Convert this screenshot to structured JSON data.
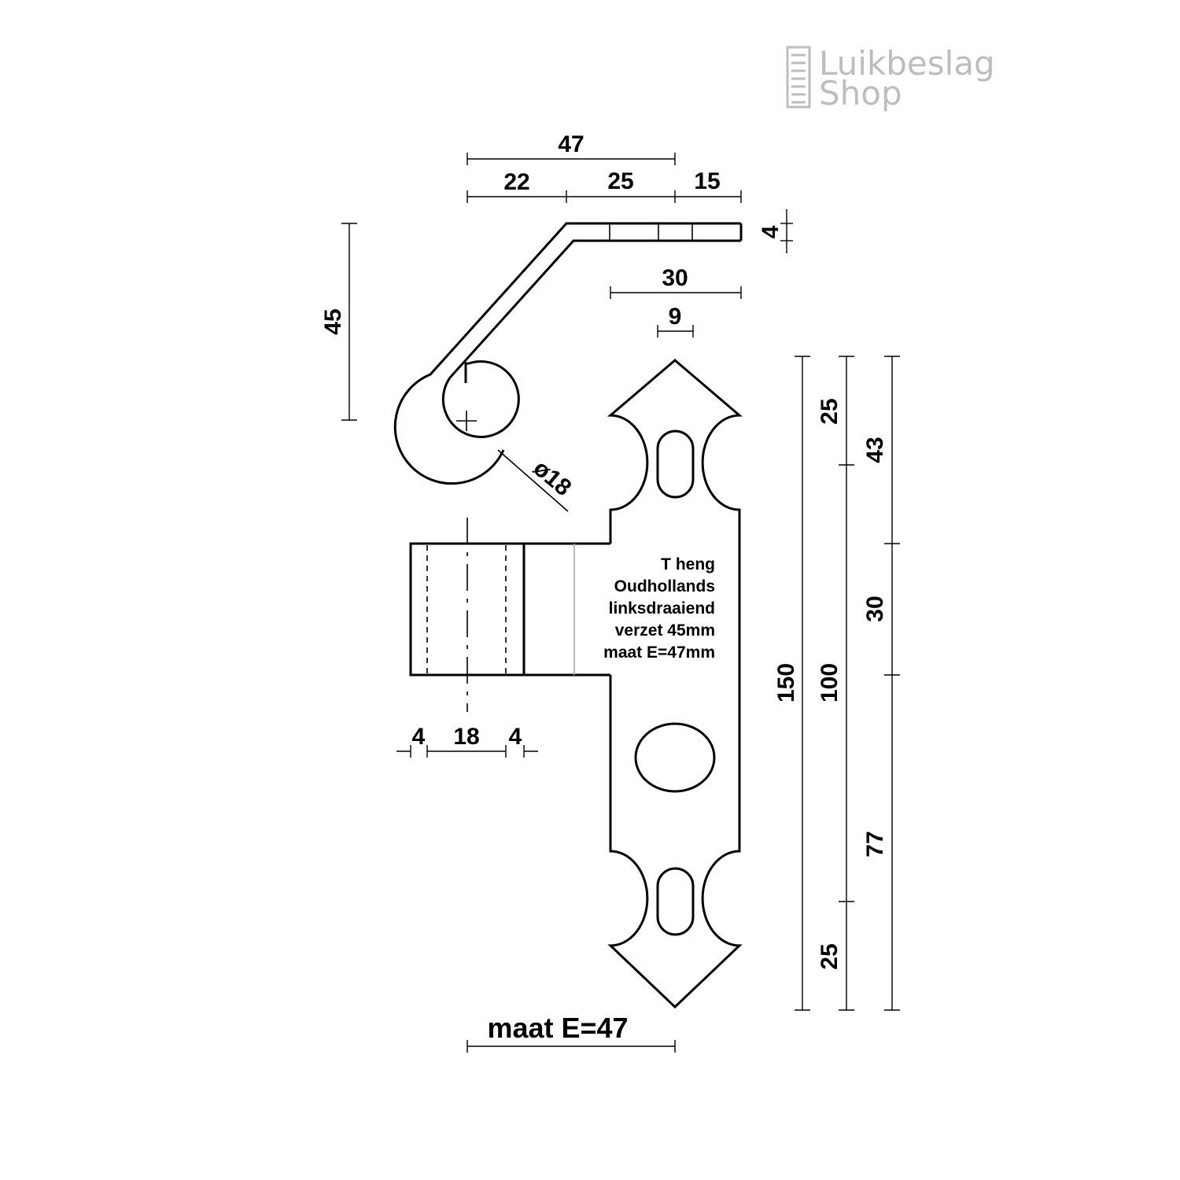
{
  "logo": {
    "line1": "Luikbeslag",
    "line2": "Shop",
    "color": "#bdbdbd",
    "icon": "ladder-hatch-icon"
  },
  "product_note": {
    "lines": [
      "T heng",
      "Oudhollands",
      "linksdraaiend",
      "verzet 45mm",
      "maat E=47mm"
    ]
  },
  "dimensions": {
    "top_overall": "47",
    "top_segment_a": "22",
    "top_segment_b": "25",
    "top_segment_c": "15",
    "plate_thickness": "4",
    "offset_height": "45",
    "strap_length": "30",
    "slot_width": "9",
    "eye_diameter": "ø18",
    "wall_left": "4",
    "pin_width": "18",
    "wall_right": "4",
    "total_length": "150",
    "hole_spacing": "100",
    "end_top": "25",
    "end_bottom": "25",
    "upper_to_knuckle": "43",
    "knuckle_height": "30",
    "knuckle_to_bottom": "77",
    "maat_e_label": "maat E=47"
  }
}
